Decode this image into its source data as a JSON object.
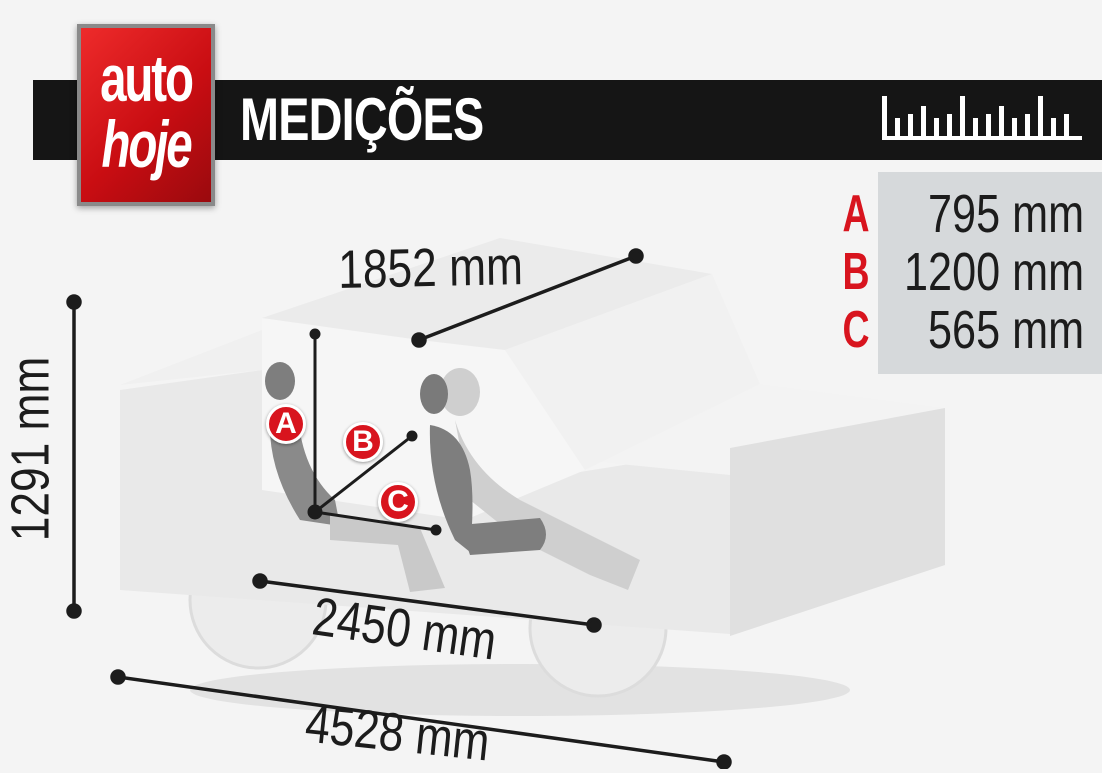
{
  "header": {
    "title": "MEDIÇÕES",
    "logo_line1": "auto",
    "logo_line2": "hoje",
    "bar_color": "#151515"
  },
  "measurements": [
    {
      "letter": "A",
      "value": "795 mm"
    },
    {
      "letter": "B",
      "value": "1200 mm"
    },
    {
      "letter": "C",
      "value": "565 mm"
    }
  ],
  "dimensions": {
    "width": "1852 mm",
    "height": "1291 mm",
    "wheelbase": "2450 mm",
    "length": "4528 mm"
  },
  "badges": {
    "a": "A",
    "b": "B",
    "c": "C"
  },
  "colors": {
    "accent": "#d8141e",
    "panel": "#d6d9db",
    "car_body": "#e8e8e8"
  },
  "icons": {
    "ruler": "ruler-icon"
  }
}
